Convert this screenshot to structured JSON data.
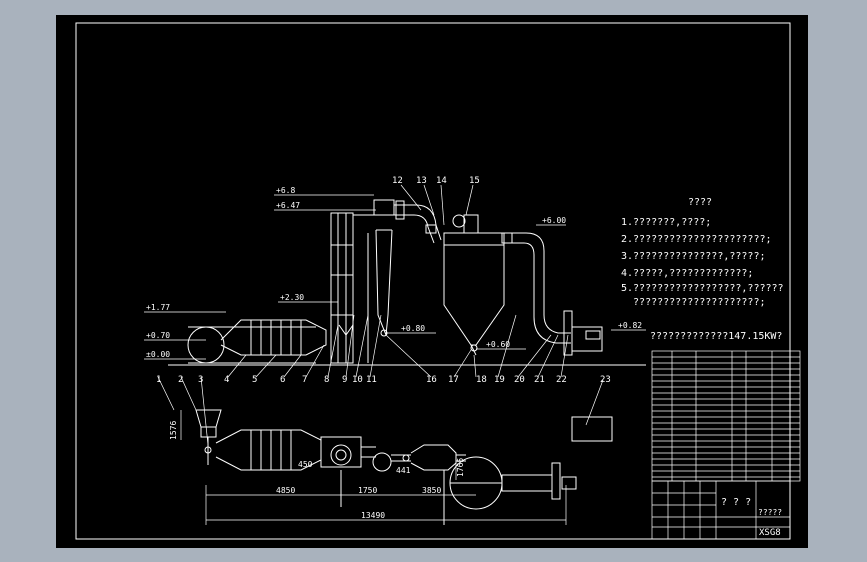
{
  "notes": {
    "heading": "????",
    "lines": [
      "1.???????,????;",
      "2.??????????????????????;",
      "3.???????????????,?????;",
      "4.?????,?????????????;",
      "5.??????????????????,??????",
      "  ?????????????????????;"
    ]
  },
  "power_note": "?????????????147.15KW?",
  "elevations": [
    "+6.8",
    "+6.47",
    "+2.30",
    "+1.77",
    "+0.70",
    "±0.00",
    "+0.80",
    "+0.60",
    "+6.00",
    "+0.82"
  ],
  "part_numbers": [
    "1",
    "2",
    "3",
    "4",
    "5",
    "6",
    "7",
    "8",
    "9",
    "10",
    "11",
    "12",
    "13",
    "14",
    "15",
    "16",
    "17",
    "18",
    "19",
    "20",
    "21",
    "22",
    "23"
  ],
  "dimensions": {
    "d1576": "1576",
    "d450": "450",
    "d441": "441",
    "d1765": "1765",
    "d4850": "4850",
    "d1750": "1750",
    "d3850": "3850",
    "d13490": "13490"
  },
  "title_block": {
    "name": "? ? ?",
    "name2": "?????",
    "code": "XSG8"
  }
}
